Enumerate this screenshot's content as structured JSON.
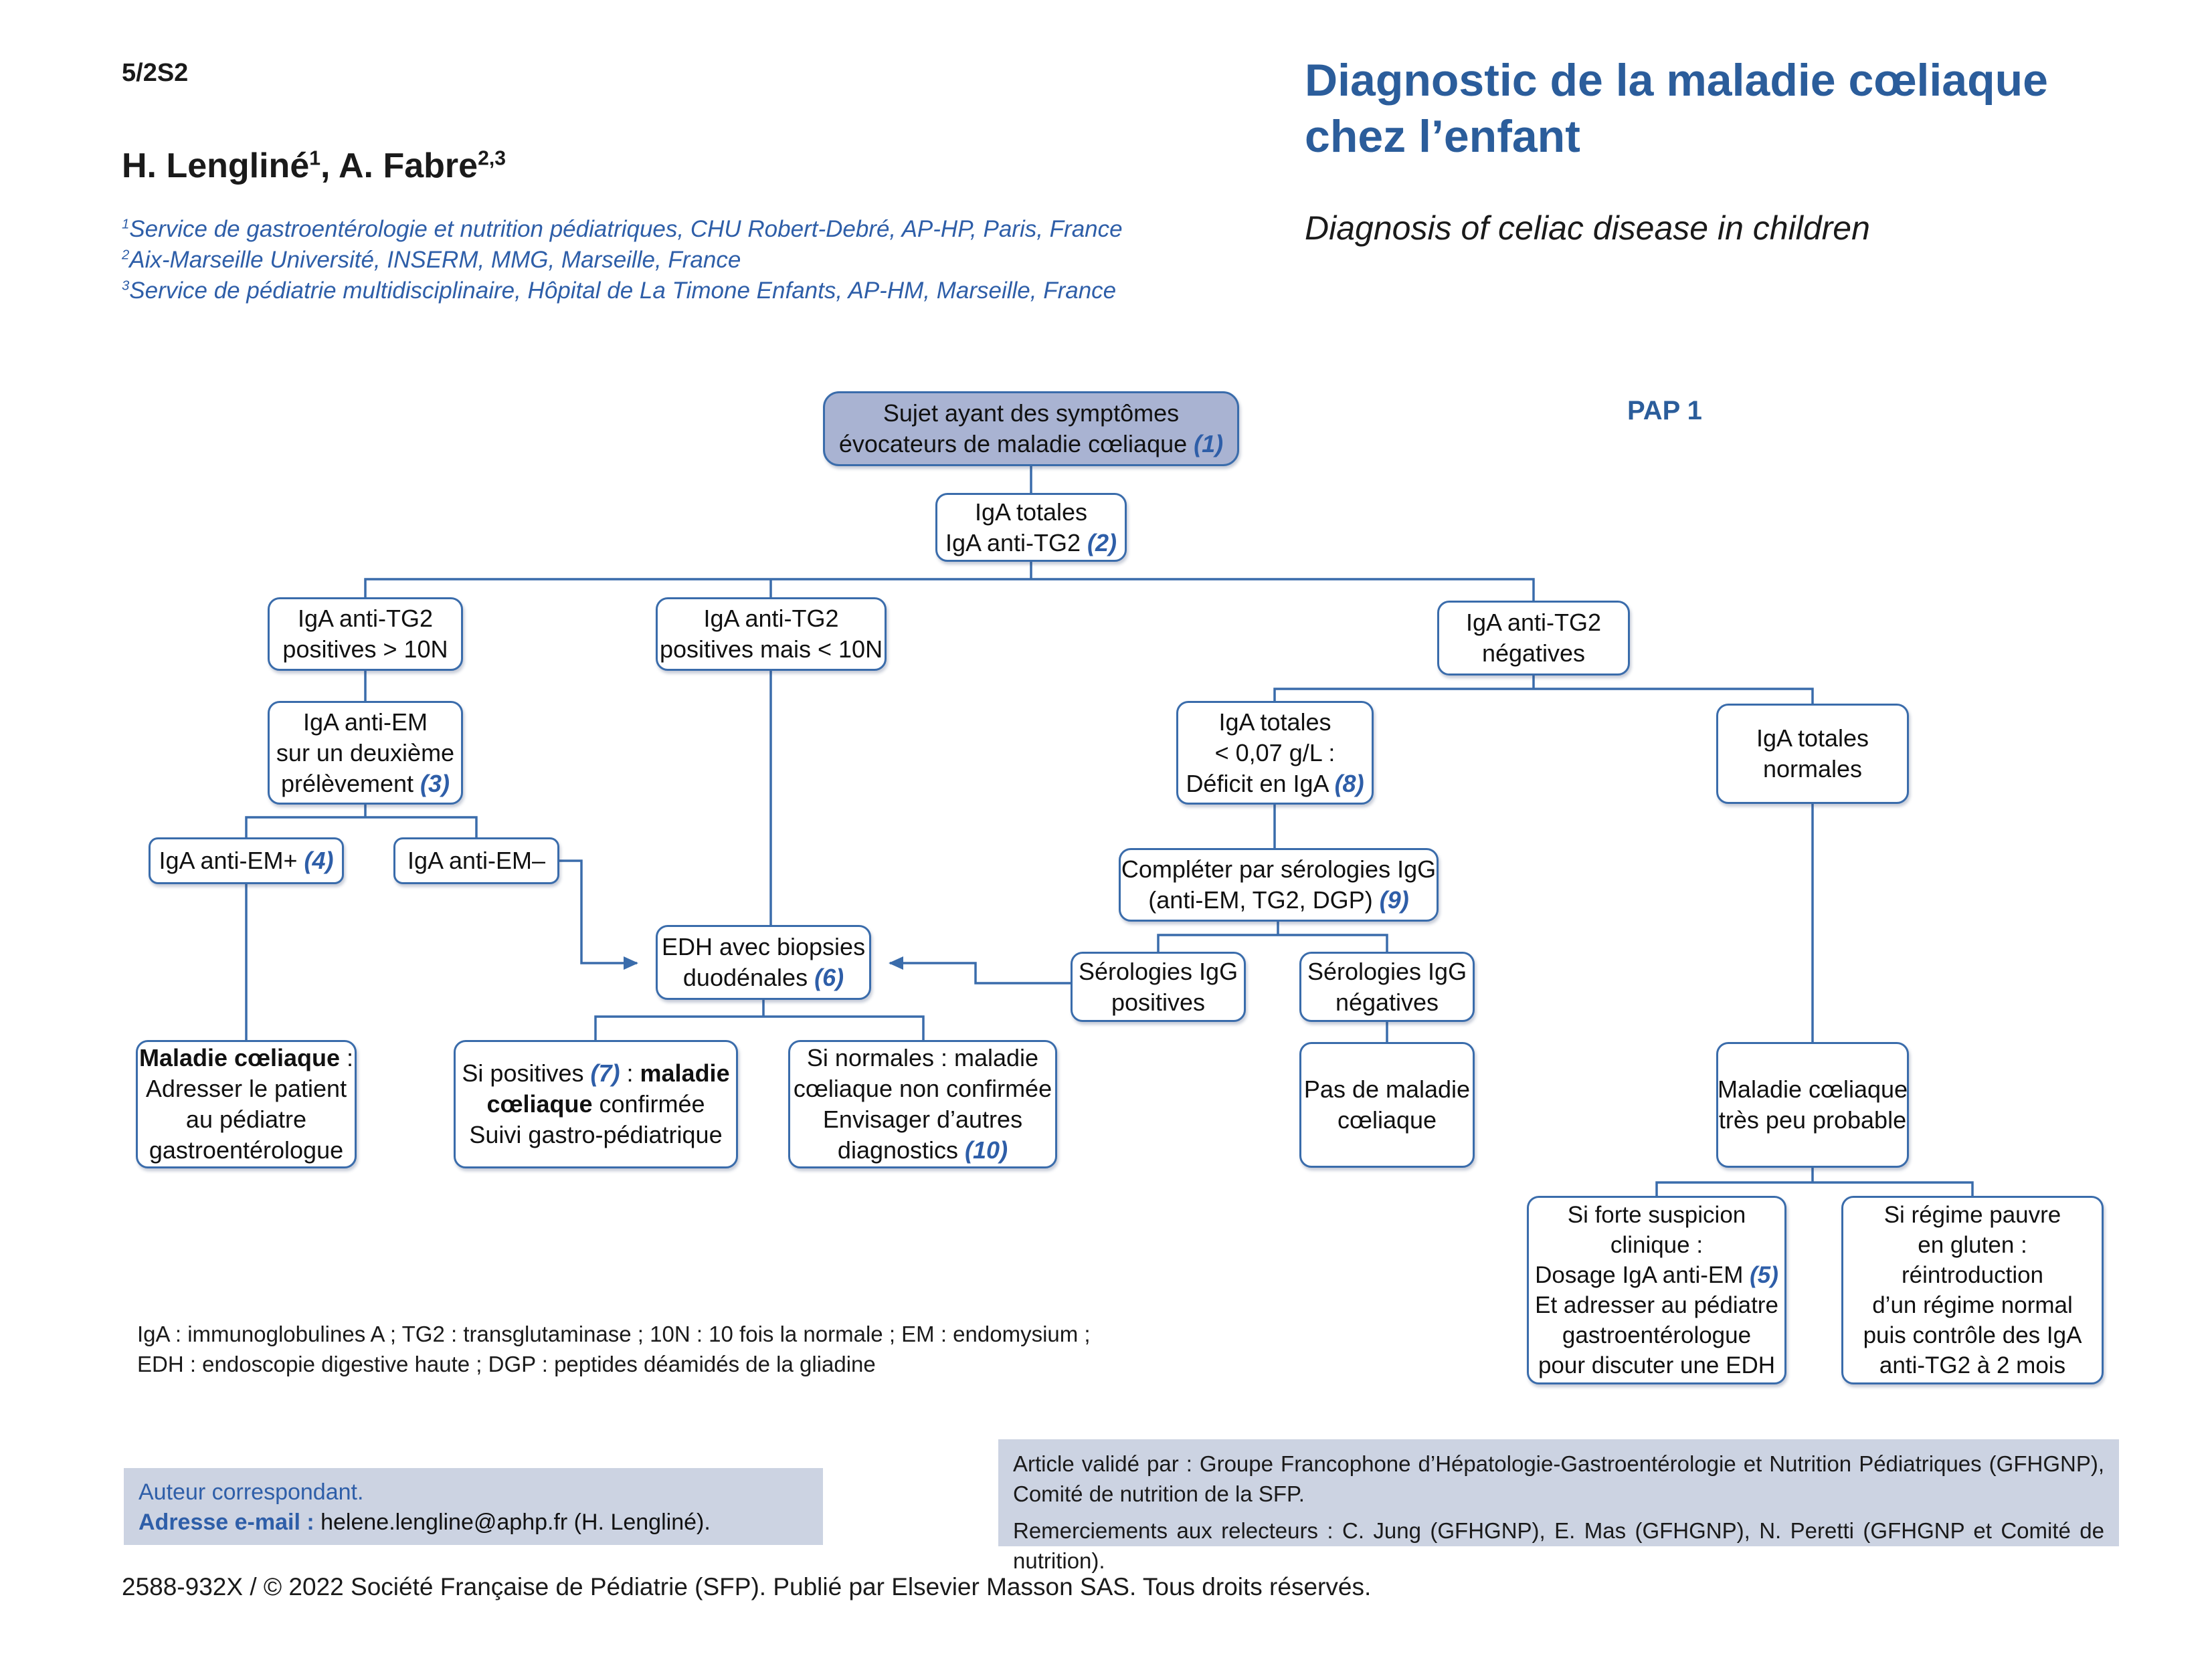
{
  "colors": {
    "title_blue": "#2b5d9b",
    "text_blue": "#2e5ea8",
    "box_border_blue": "#3a6cab",
    "start_box_fill": "#a9b3d2",
    "panel_fill": "#ccd3e2"
  },
  "page": {
    "number": "5/2S2",
    "copyright": "2588-932X / © 2022 Société Française de Pédiatrie (SFP). Publié par Elsevier Masson SAS. Tous droits réservés."
  },
  "header": {
    "authors": {
      "a1": "H. Lengliné",
      "a1sup": "1",
      "sep": ", ",
      "a2": "A. Fabre",
      "a2sup": "2,3"
    },
    "affiliations": [
      {
        "sup": "1",
        "text": "Service de gastroentérologie et nutrition pédiatriques, CHU Robert-Debré, AP-HP, Paris, France"
      },
      {
        "sup": "2",
        "text": "Aix-Marseille Université, INSERM, MMG, Marseille, France"
      },
      {
        "sup": "3",
        "text": "Service de pédiatrie multidisciplinaire, Hôpital de La Timone Enfants, AP-HM, Marseille, France"
      }
    ],
    "title_fr_line1": "Diagnostic de la maladie cœliaque",
    "title_fr_line2": "chez l’enfant",
    "title_en": "Diagnosis of celiac disease in children"
  },
  "chart": {
    "label": "PAP 1",
    "nodes": {
      "start": {
        "l1": "Sujet ayant des symptômes",
        "l2a": "évocateurs de maladie cœliaque ",
        "ref": "(1)"
      },
      "iga_totales": {
        "l1": "IgA totales",
        "l2a": "IgA anti-TG2 ",
        "ref": "(2)"
      },
      "tg2_pos_high": {
        "l1": "IgA anti-TG2",
        "l2": "positives > 10N"
      },
      "tg2_pos_low": {
        "l1": "IgA anti-TG2",
        "l2": "positives mais < 10N"
      },
      "tg2_neg": {
        "l1": "IgA anti-TG2",
        "l2": "négatives"
      },
      "em_second": {
        "l1": "IgA anti-EM",
        "l2": "sur un deuxième",
        "l3a": "prélèvement ",
        "ref": "(3)"
      },
      "em_plus": {
        "l1a": "IgA anti-EM+ ",
        "ref": "(4)"
      },
      "em_minus": {
        "l1": "IgA anti-EM–"
      },
      "iga_deficit": {
        "l1": "IgA totales",
        "l2": "< 0,07 g/L :",
        "l3a": "Déficit en IgA ",
        "ref": "(8)"
      },
      "iga_normales": {
        "l1": "IgA totales",
        "l2": "normales"
      },
      "edh": {
        "l1": "EDH avec biopsies",
        "l2a": "duodénales ",
        "ref": "(6)"
      },
      "completer_igg": {
        "l1": "Compléter par sérologies IgG",
        "l2a": "(anti-EM, TG2, DGP) ",
        "ref": "(9)"
      },
      "igg_pos": {
        "l1": "Sérologies IgG",
        "l2": "positives"
      },
      "igg_neg": {
        "l1": "Sérologies IgG",
        "l2": "négatives"
      },
      "maladie_adresser": {
        "l1b": "Maladie cœliaque",
        "l1r": " :",
        "l2": "Adresser le patient",
        "l3": "au pédiatre",
        "l4": "gastroentérologue"
      },
      "si_positives": {
        "l1a": "Si positives ",
        "ref": "(7)",
        "l1c": " : ",
        "l1d": "maladie",
        "l2a": "cœliaque",
        "l2b": " confirmée",
        "l3": "Suivi gastro-pédiatrique"
      },
      "si_normales": {
        "l1": "Si normales : maladie",
        "l2": "cœliaque non confirmée",
        "l3": "Envisager d’autres",
        "l4a": "diagnostics ",
        "ref": "(10)"
      },
      "pas_maladie": {
        "l1": "Pas de maladie",
        "l2": "cœliaque"
      },
      "peu_probable": {
        "l1": "Maladie cœliaque",
        "l2": "très peu probable"
      },
      "forte_suspicion": {
        "l1": "Si forte suspicion",
        "l2": "clinique :",
        "l3a": "Dosage IgA anti-EM ",
        "ref": "(5)",
        "l4": "Et adresser au pédiatre",
        "l5": "gastroentérologue",
        "l6": "pour discuter une EDH"
      },
      "regime_pauvre": {
        "l1": "Si régime pauvre",
        "l2": "en gluten :",
        "l3": "réintroduction",
        "l4": "d’un régime normal",
        "l5": "puis contrôle des IgA",
        "l6": "anti-TG2 à 2 mois"
      }
    }
  },
  "footnote": {
    "line1": "IgA : immunoglobulines A ; TG2 : transglutaminase ; 10N : 10 fois la normale ; EM : endomysium ;",
    "line2": "EDH : endoscopie digestive haute ; DGP : peptides déamidés de la gliadine"
  },
  "correspondence": {
    "line1": "Auteur correspondant.",
    "label": "Adresse e-mail :",
    "value": " helene.lengline@aphp.fr (H. Lengliné)."
  },
  "validation": {
    "p1": "Article validé par : Groupe Francophone d’Hépatologie-Gastroentérologie et Nutrition Pédiatriques (GFHGNP), Comité de nutrition de la SFP.",
    "p2": "Remerciements aux relecteurs : C. Jung (GFHGNP), E. Mas (GFHGNP), N. Peretti (GFHGNP et Comité de nutrition)."
  }
}
